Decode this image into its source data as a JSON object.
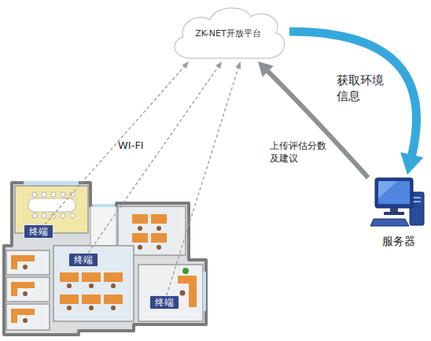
{
  "diagram": {
    "nodes": [
      {
        "text": [
          "ZK-NET开放平台"
        ]
      },
      {
        "text": [
          "服务器"
        ]
      },
      {
        "text": [
          "终端"
        ]
      },
      {
        "text": [
          "终端"
        ]
      },
      {
        "text": [
          "终端"
        ]
      }
    ],
    "edges": [
      {
        "from": 0,
        "to": 1,
        "arrow": "to",
        "label": "获取环境信息"
      },
      {
        "from": 1,
        "to": 0,
        "arrow": "to",
        "label": "上传评估分数及建议"
      },
      {
        "from": 2,
        "to": 0,
        "arrow": "to"
      },
      {
        "from": 3,
        "to": 0,
        "arrow": "to"
      },
      {
        "from": 4,
        "to": 0,
        "arrow": "to"
      }
    ],
    "labels": [
      "WI-FI"
    ]
  }
}
